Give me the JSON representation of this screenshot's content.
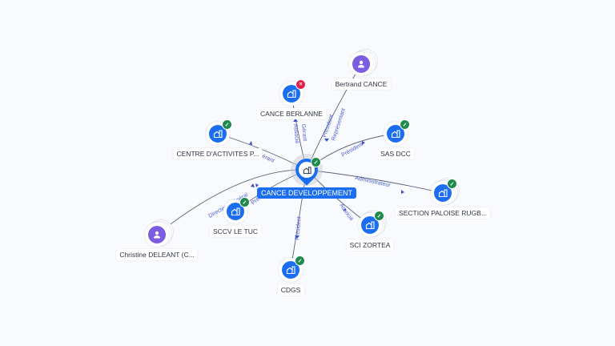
{
  "colors": {
    "company": "#1b6ef2",
    "person": "#7c5ce0",
    "active": "#1f8a4c",
    "inactive": "#e0224a",
    "edge_label": "#4d5fd6"
  },
  "center": {
    "name": "CANCE DEVELOPPEMENT",
    "icon": "building-icon",
    "status": "active"
  },
  "nodes": [
    {
      "id": "bertrand",
      "name": "Bertrand CANCE",
      "type": "person",
      "status": ""
    },
    {
      "id": "berlanne",
      "name": "CANCE BERLANNE",
      "type": "company",
      "status": "inactive"
    },
    {
      "id": "centre",
      "name": "CENTRE D'ACTIVITES P...",
      "type": "company",
      "status": "active"
    },
    {
      "id": "sasdcc",
      "name": "SAS DCC",
      "type": "company",
      "status": "active"
    },
    {
      "id": "section",
      "name": "SECTION PALOISE RUGB...",
      "type": "company",
      "status": "active"
    },
    {
      "id": "zortea",
      "name": "SCI ZORTEA",
      "type": "company",
      "status": "active"
    },
    {
      "id": "cdgs",
      "name": "CDGS",
      "type": "company",
      "status": "active"
    },
    {
      "id": "sccv",
      "name": "SCCV LE TUC",
      "type": "company",
      "status": "active"
    },
    {
      "id": "christine",
      "name": "Christine DELEANT (C...",
      "type": "person",
      "status": ""
    }
  ],
  "edges": [
    {
      "from": "bertrand",
      "labels": [
        "Président",
        "Représentant"
      ]
    },
    {
      "from": "berlanne",
      "labels": [
        "Gérant",
        "Associé"
      ]
    },
    {
      "from": "centre",
      "labels": [
        "Gérant"
      ]
    },
    {
      "from": "sasdcc",
      "labels": [
        "Président"
      ]
    },
    {
      "from": "section",
      "labels": [
        "Administrateur"
      ]
    },
    {
      "from": "zortea",
      "labels": [
        "Associé"
      ]
    },
    {
      "from": "cdgs",
      "labels": [
        "Président"
      ]
    },
    {
      "from": "sccv",
      "labels": [
        "Président"
      ]
    },
    {
      "from": "christine",
      "labels": [
        "Directeur Général"
      ]
    }
  ]
}
